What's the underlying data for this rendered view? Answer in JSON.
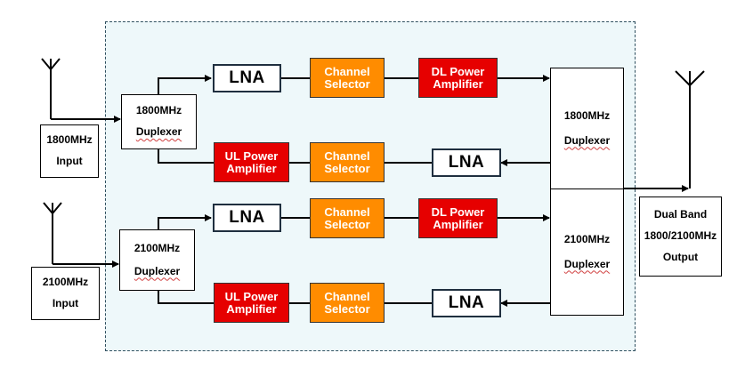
{
  "diagram": {
    "inputs": {
      "in1800": [
        "1800MHz",
        "Input"
      ],
      "in2100": [
        "2100MHz",
        "Input"
      ]
    },
    "output": [
      "Dual Band",
      "1800/2100MHz",
      "Output"
    ],
    "duplexers": {
      "left1800": [
        "1800MHz",
        "Duplexer"
      ],
      "left2100": [
        "2100MHz",
        "Duplexer"
      ],
      "right1800": [
        "1800MHz",
        "Duplexer"
      ],
      "right2100": [
        "2100MHz",
        "Duplexer"
      ]
    },
    "lna_label": "LNA",
    "channel_selector": [
      "Channel",
      "Selector"
    ],
    "dl_power_amplifier": [
      "DL Power",
      "Amplifier"
    ],
    "ul_power_amplifier": [
      "UL Power",
      "Amplifier"
    ],
    "colors": {
      "panel_bg": "#eef8fa",
      "channel_selector": "#ff8c00",
      "power_amplifier": "#e60000"
    }
  }
}
